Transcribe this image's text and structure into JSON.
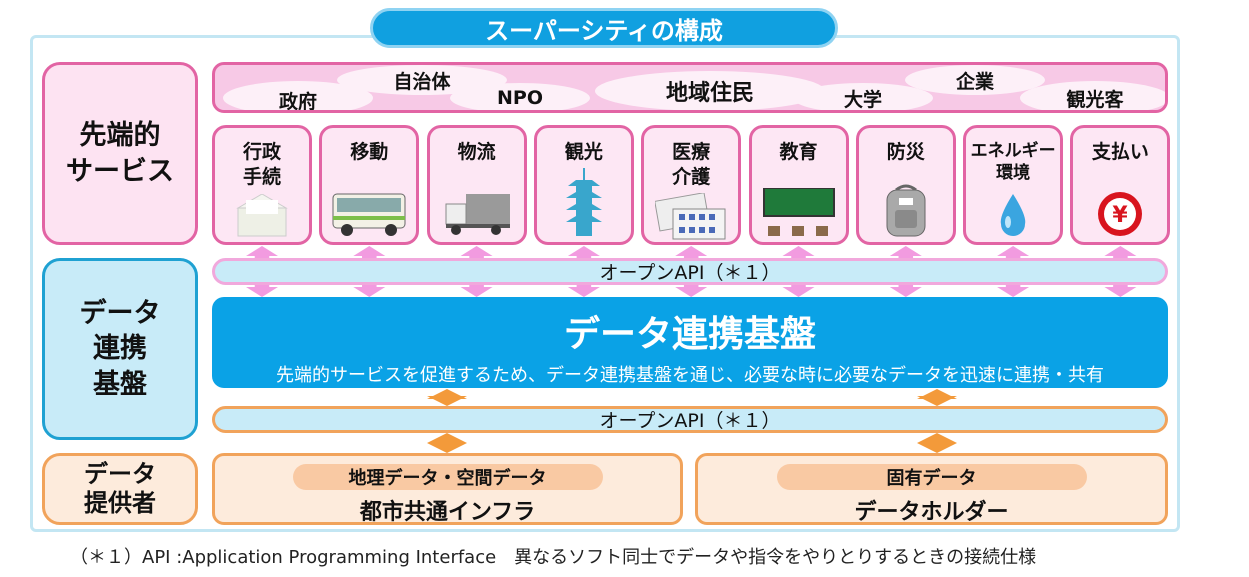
{
  "title": "スーパーシティの構成",
  "left_labels": {
    "services": "先端的\nサービス",
    "platform": "データ\n連携\n基盤",
    "providers": "データ\n提供者"
  },
  "stakeholders": [
    "政府",
    "自治体",
    "NPO",
    "地域住民",
    "大学",
    "企業",
    "観光客"
  ],
  "services": [
    {
      "label": "行政\n手続",
      "icon": "envelope-icon"
    },
    {
      "label": "移動",
      "icon": "bus-icon"
    },
    {
      "label": "物流",
      "icon": "truck-icon"
    },
    {
      "label": "観光",
      "icon": "pagoda-icon"
    },
    {
      "label": "医療\n介護",
      "icon": "pills-icon"
    },
    {
      "label": "教育",
      "icon": "blackboard-icon"
    },
    {
      "label": "防災",
      "icon": "backpack-icon"
    },
    {
      "label": "エネルギー\n環境",
      "icon": "water-drop-icon"
    },
    {
      "label": "支払い",
      "icon": "yen-coin-icon"
    }
  ],
  "open_api": "オープンAPI（＊１）",
  "platform": {
    "heading": "データ連携基盤",
    "description": "先端的サービスを促進するため、データ連携基盤を通じ、必要な時に必要なデータを迅速に連携・共有"
  },
  "providers": [
    {
      "tag": "地理データ・空間データ",
      "name": "都市共通インフラ"
    },
    {
      "tag": "固有データ",
      "name": "データホルダー"
    }
  ],
  "footnote": "（＊１）API :Application Programming Interface　異なるソフト同士でデータや指令をやりとりするときの接続仕様"
}
